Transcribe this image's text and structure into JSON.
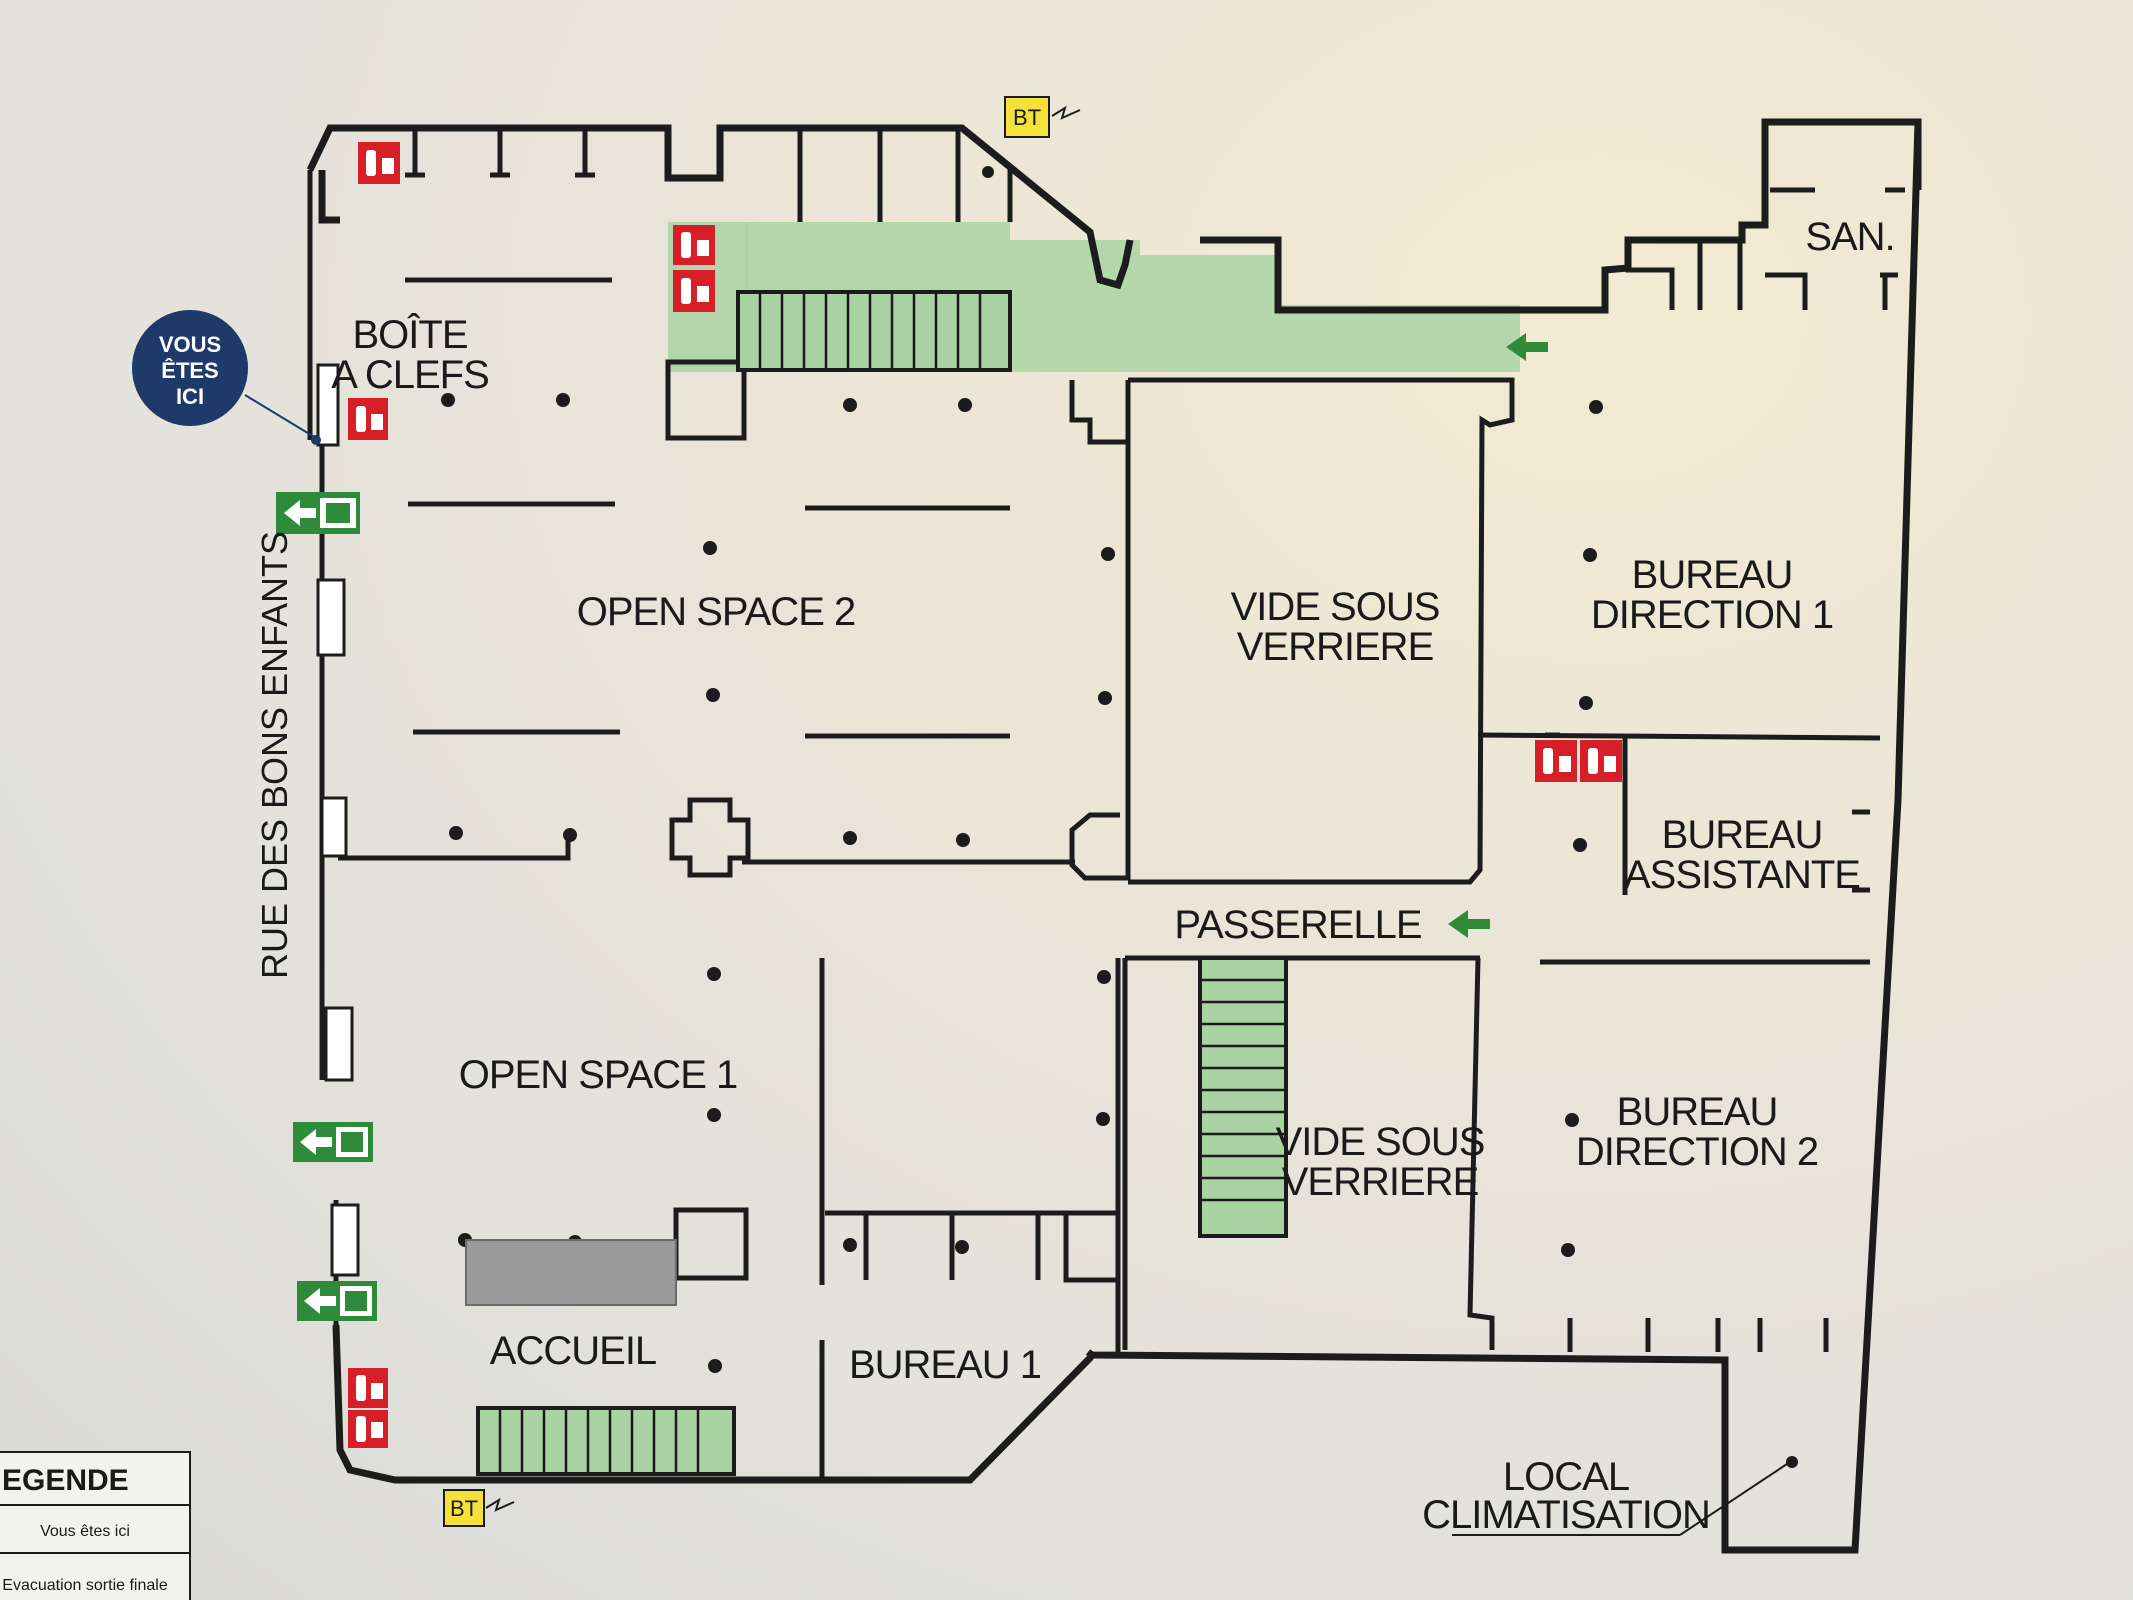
{
  "rooms": {
    "boite_line1": "BOÎTE",
    "boite_line2": "A CLEFS",
    "open_space_2": "OPEN SPACE 2",
    "vide_sous_1_line1": "VIDE SOUS",
    "vide_sous_1_line2": "VERRIERE",
    "bureau_dir1_line1": "BUREAU",
    "bureau_dir1_line2": "DIRECTION 1",
    "san": "SAN.",
    "bureau_assist_line1": "BUREAU",
    "bureau_assist_line2": "ASSISTANTE",
    "passerelle": "PASSERELLE",
    "open_space_1": "OPEN SPACE 1",
    "vide_sous_2_line1": "VIDE SOUS",
    "vide_sous_2_line2": "VERRIERE",
    "bureau_dir2_line1": "BUREAU",
    "bureau_dir2_line2": "DIRECTION 2",
    "accueil": "ACCUEIL",
    "bureau_1": "BUREAU 1",
    "local_clim_line1": "LOCAL",
    "local_clim_line2": "CLIMATISATION"
  },
  "street": "RUE DES BONS ENFANTS",
  "you_are_here": {
    "line1": "VOUS",
    "line2": "ÊTES",
    "line3": "ICI"
  },
  "bt_label": "BT",
  "legend": {
    "title": "EGENDE",
    "item1": "Vous êtes ici",
    "item2": "Evacuation sortie finale"
  },
  "colors": {
    "wall": "#1c1c1c",
    "corridor": "#a9d3a3",
    "extinguisher": "#d61f26",
    "exit_sign": "#2e8b3a",
    "bt_box": "#f4e23a",
    "you_are_here": "#1d3a6b"
  },
  "icons": [
    "fire-extinguisher-icon",
    "emergency-exit-icon",
    "exit-arrow-icon",
    "bt-electrical-icon",
    "you-are-here-marker-icon"
  ]
}
